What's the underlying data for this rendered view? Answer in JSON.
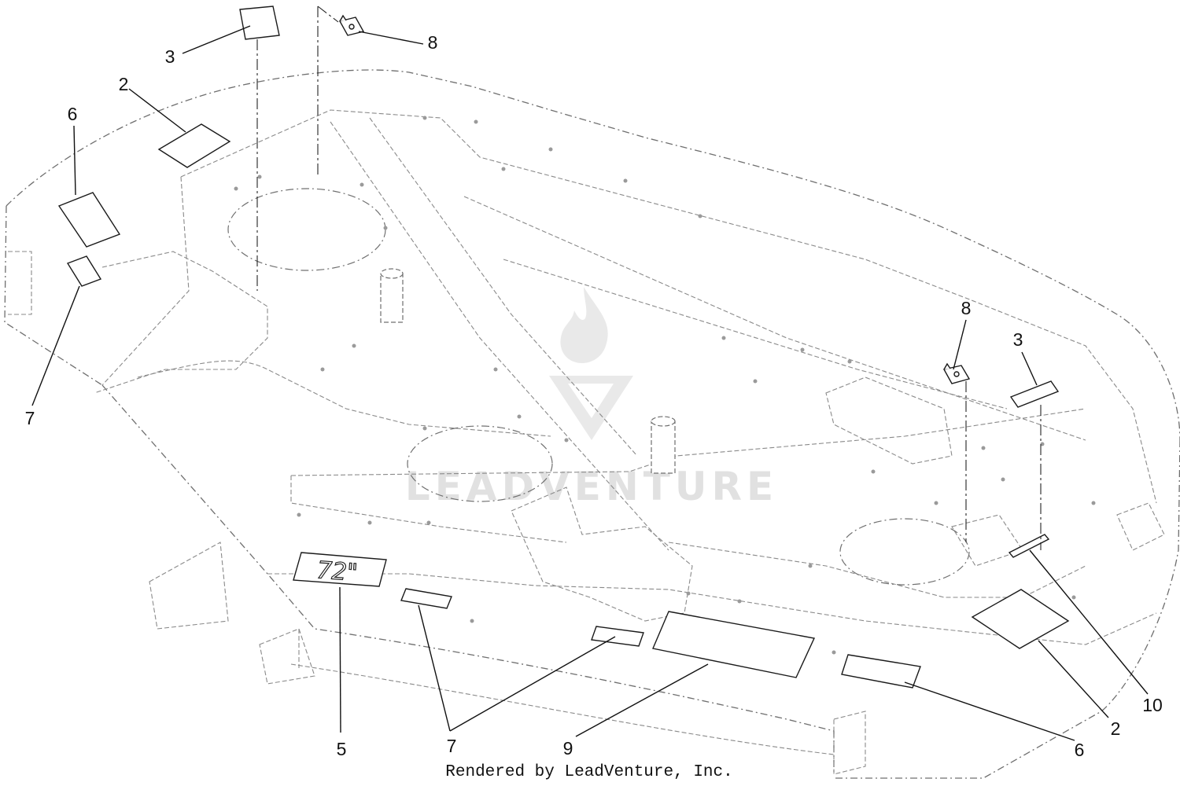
{
  "diagram": {
    "callouts": [
      "3",
      "2",
      "6",
      "7",
      "8",
      "8",
      "3",
      "10",
      "2",
      "6",
      "9",
      "7",
      "5"
    ],
    "badge_text": "72\"",
    "watermark": "LEADVENTURE",
    "footer": "Rendered by LeadVenture, Inc."
  }
}
